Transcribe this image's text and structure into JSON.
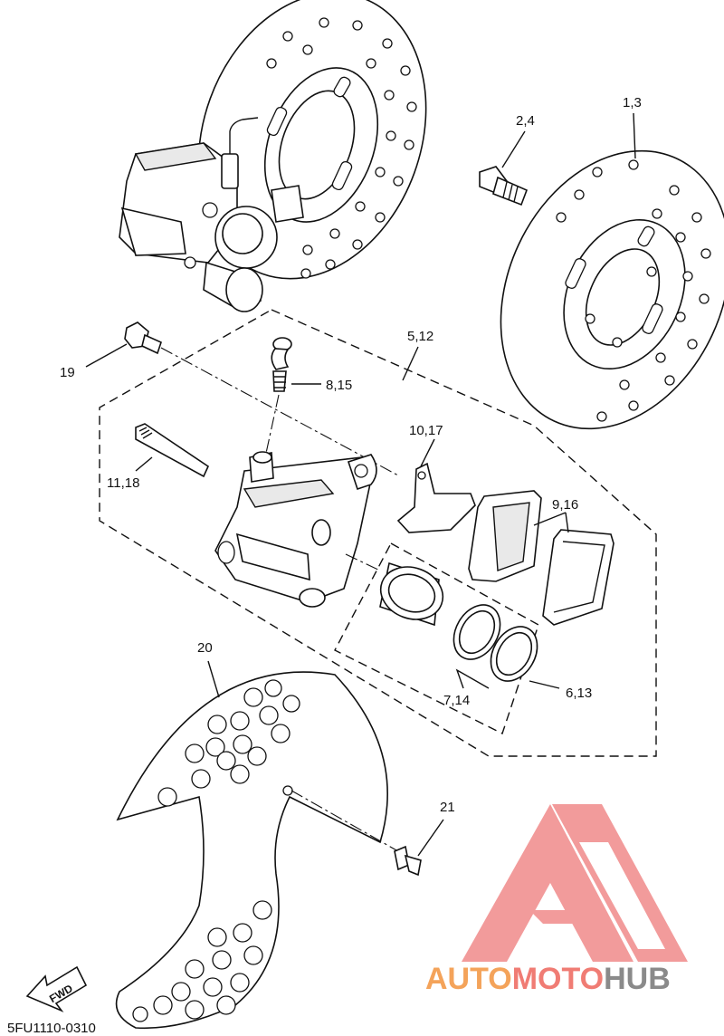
{
  "diagram": {
    "callouts": [
      {
        "id": "c13",
        "text": "1,3"
      },
      {
        "id": "c24",
        "text": "2,4"
      },
      {
        "id": "c512",
        "text": "5,12"
      },
      {
        "id": "c19",
        "text": "19"
      },
      {
        "id": "c815",
        "text": "8,15"
      },
      {
        "id": "c1017",
        "text": "10,17"
      },
      {
        "id": "c1118",
        "text": "11,18"
      },
      {
        "id": "c916",
        "text": "9,16"
      },
      {
        "id": "c20",
        "text": "20"
      },
      {
        "id": "c714",
        "text": "7,14"
      },
      {
        "id": "c613",
        "text": "6,13"
      },
      {
        "id": "c21",
        "text": "21"
      }
    ],
    "fwd_label": "FWD",
    "drawing_code": "5FU1110-0310"
  },
  "watermark": {
    "part1": "AUTO",
    "part2": "MOTO",
    "part3": "HUB",
    "color_auto": "#f4a35a",
    "color_moto": "#f07c74",
    "color_hub": "#8a8a8a",
    "logo_color": "#f08a8a"
  }
}
